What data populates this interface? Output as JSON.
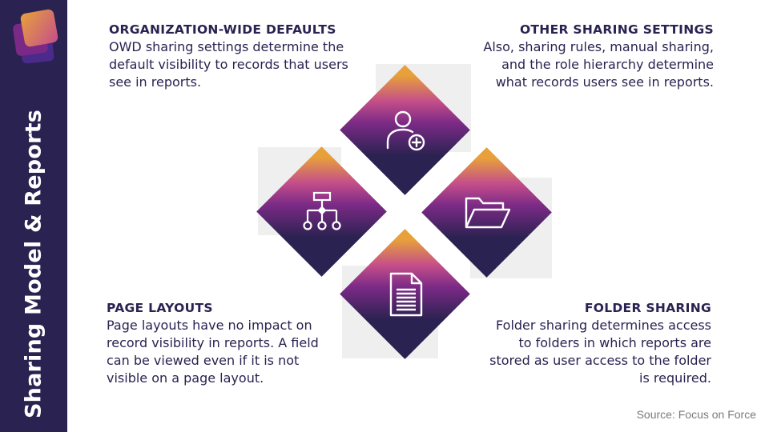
{
  "sidebar": {
    "title": "Sharing Model & Reports",
    "logo_colors": [
      "#e8a13a",
      "#c44e8a",
      "#7a2a86",
      "#4a2a8a"
    ]
  },
  "sections": {
    "owd": {
      "heading": "ORGANIZATION-WIDE DEFAULTS",
      "body": "OWD sharing settings determine the default visibility to records that users see in reports."
    },
    "other": {
      "heading": "OTHER SHARING SETTINGS",
      "body": "Also, sharing rules, manual sharing, and the role hierarchy determine what records users see in reports."
    },
    "page_layouts": {
      "heading": "PAGE LAYOUTS",
      "body": "Page layouts have no impact on record visibility in reports. A field can be viewed even if it is not visible on a page layout."
    },
    "folder": {
      "heading": "FOLDER SHARING",
      "body": "Folder sharing determines access to folders in which reports are stored as user access to the folder is required."
    }
  },
  "icons": [
    "user-add-icon",
    "hierarchy-icon",
    "folder-icon",
    "document-icon"
  ],
  "colors": {
    "navy": "#2a2250",
    "purple": "#7a2a86",
    "magenta": "#c44e8a",
    "orange": "#e8a13a",
    "light_gray": "#efefef"
  },
  "footer": {
    "source": "Source: Focus on Force"
  }
}
